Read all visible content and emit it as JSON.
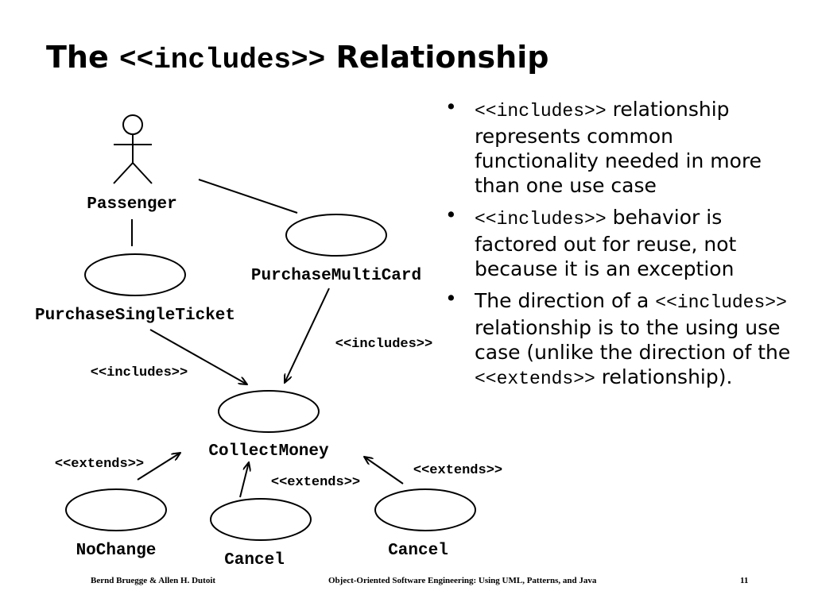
{
  "slide": {
    "title_prefix": "The",
    "title_code": "<<includes>>",
    "title_suffix": "Relationship"
  },
  "diagram": {
    "actor": "Passenger",
    "use_cases": {
      "purchase_single_ticket": "PurchaseSingleTicket",
      "purchase_multi_card": "PurchaseMultiCard",
      "collect_money": "CollectMoney",
      "no_change": "NoChange",
      "cancel_1": "Cancel",
      "cancel_2": "Cancel"
    },
    "stereotypes": {
      "includes": "<<includes>>",
      "extends": "<<extends>>"
    }
  },
  "bullets": [
    {
      "code": "<<includes>>",
      "text": "relationship represents common functionality needed in more than one use case"
    },
    {
      "code": "<<includes>>",
      "text": "behavior is factored out for reuse, not because it is an exception"
    },
    {
      "pre": "The direction of a",
      "code": "<<includes>>",
      "mid": "relationship is to the using use case (unlike the direction of the",
      "code2": "<<extends>>",
      "post": "relationship)."
    }
  ],
  "footer": {
    "authors": "Bernd Bruegge & Allen H. Dutoit",
    "book": "Object-Oriented Software Engineering: Using UML, Patterns, and Java",
    "page": "11"
  }
}
